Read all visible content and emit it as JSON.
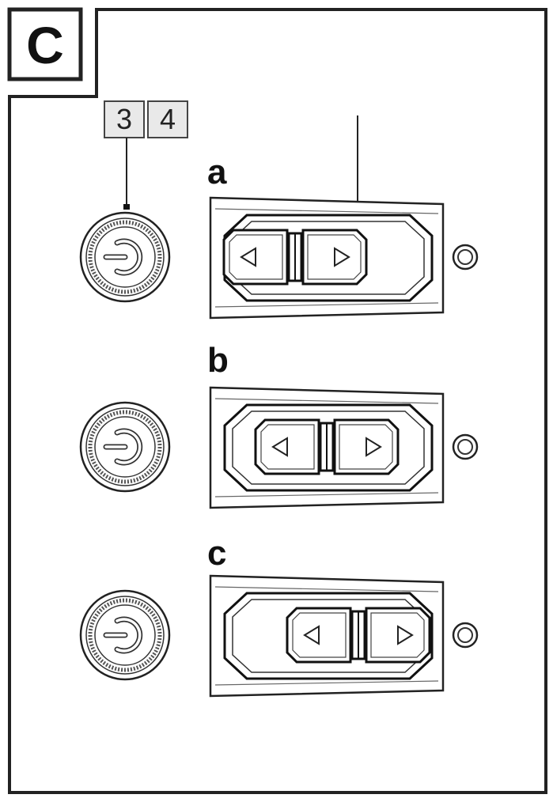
{
  "panel": {
    "letter": "C"
  },
  "callout": {
    "number_left": "3",
    "number_right": "4"
  },
  "rows": [
    {
      "label": "a",
      "position": "left"
    },
    {
      "label": "b",
      "position": "center"
    },
    {
      "label": "c",
      "position": "right"
    }
  ],
  "icons": {
    "power": "power-button-icon",
    "arrow_left": "triangle-left-icon",
    "arrow_right": "triangle-right-icon",
    "indicator": "indicator-light-icon"
  }
}
